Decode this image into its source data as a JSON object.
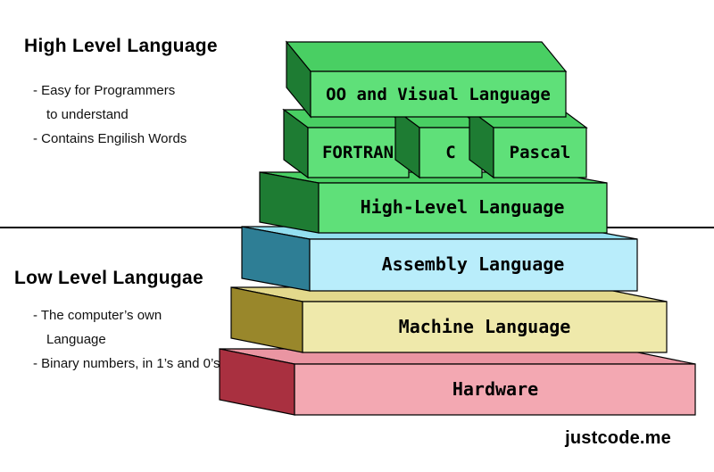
{
  "left_panel": {
    "high_level": {
      "title": "High Level Language",
      "bullets": [
        "- Easy for Programmers",
        "to understand",
        "- Contains Engilish Words"
      ]
    },
    "low_level": {
      "title": "Low Level Langugae",
      "bullets": [
        "- The computer’s own",
        "Language",
        "- Binary numbers, in 1’s and 0’s"
      ]
    }
  },
  "pyramid": {
    "blocks": [
      {
        "id": "hardware",
        "label": "Hardware",
        "colors": {
          "front": "#f3a8b2",
          "top": "#ea95a2",
          "side": "#a93040"
        }
      },
      {
        "id": "machine-language",
        "label": "Machine Language",
        "colors": {
          "front": "#efe9ab",
          "top": "#e3d98c",
          "side": "#99872b"
        }
      },
      {
        "id": "assembly-language",
        "label": "Assembly Language",
        "colors": {
          "front": "#b9edfb",
          "top": "#93dff0",
          "side": "#2e7e95"
        }
      },
      {
        "id": "high-level-language",
        "label": "High-Level Language",
        "colors": {
          "front": "#5fe079",
          "top": "#49cf63",
          "side": "#1e7c33"
        }
      },
      {
        "id": "fortran",
        "label": "FORTRAN",
        "colors": {
          "front": "#5fe079",
          "top": "#49cf63",
          "side": "#1e7c33"
        }
      },
      {
        "id": "c",
        "label": "C",
        "colors": {
          "front": "#5fe079",
          "top": "#49cf63",
          "side": "#1e7c33"
        }
      },
      {
        "id": "pascal",
        "label": "Pascal",
        "colors": {
          "front": "#5fe079",
          "top": "#49cf63",
          "side": "#1e7c33"
        }
      },
      {
        "id": "oo-visual",
        "label": "OO and Visual Language",
        "colors": {
          "front": "#5fe079",
          "top": "#49cf63",
          "side": "#1e7c33"
        }
      }
    ]
  },
  "watermark": "justcode.me"
}
